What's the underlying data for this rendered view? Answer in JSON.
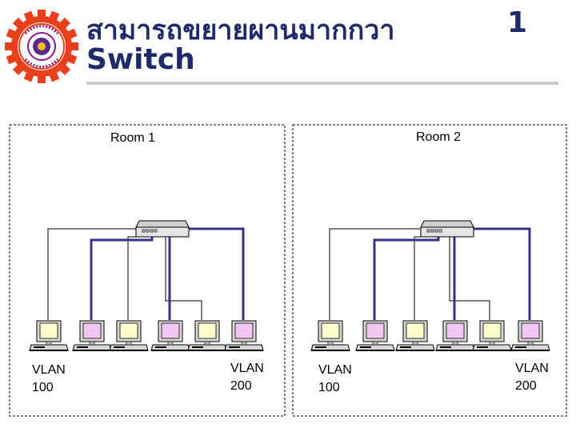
{
  "slide": {
    "title_line1": "สามารถขยายผานมากกวา",
    "title_number": "1",
    "title_line2": "Switch"
  },
  "rooms": [
    {
      "label": "Room 1",
      "vlan_left": "VLAN\n100",
      "vlan_right": "VLAN\n200",
      "pcs": [
        "vlan-100",
        "vlan-200",
        "vlan-100",
        "vlan-200",
        "vlan-100",
        "vlan-200"
      ]
    },
    {
      "label": "Room 2",
      "vlan_left": "VLAN\n100",
      "vlan_right": "VLAN\n200",
      "pcs": [
        "vlan-100",
        "vlan-200",
        "vlan-100",
        "vlan-200",
        "vlan-100",
        "vlan-200"
      ]
    }
  ],
  "colors": {
    "title": "#1f2a6b",
    "vlan_100_screen": "#ffffcc",
    "vlan_200_screen": "#f2c6f2",
    "vlan_100_cable": "#000000",
    "vlan_200_cable": "#333388",
    "logo_gear": "#e8401c"
  }
}
